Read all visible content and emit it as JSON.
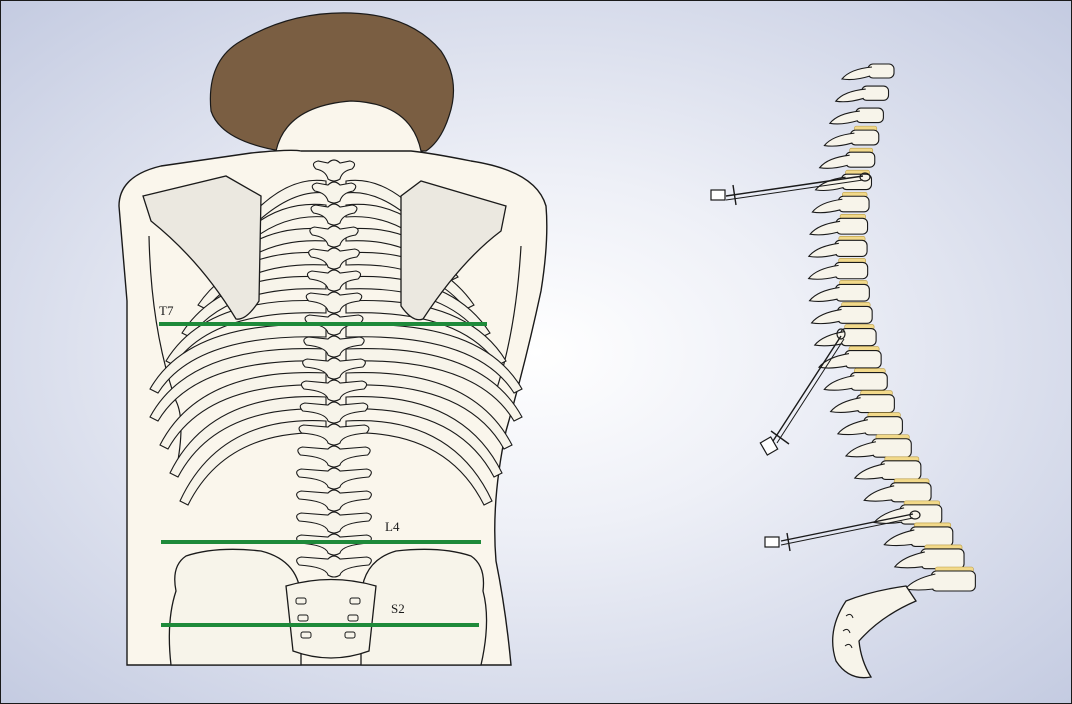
{
  "diagram": {
    "back_view": {
      "levels": [
        {
          "label": "T7"
        },
        {
          "label": "L4"
        },
        {
          "label": "S2"
        }
      ]
    },
    "colors": {
      "hair": "#7a5e42",
      "skin": "#faf6ec",
      "bone": "#f7f4ea",
      "bone_outline": "#1a1a1a",
      "scapula": "#ebe8e0",
      "disc": "#f2d98a",
      "level_line": "#1e8a3a",
      "background_center": "#ffffff",
      "background_edge": "#c4cbe1"
    }
  }
}
